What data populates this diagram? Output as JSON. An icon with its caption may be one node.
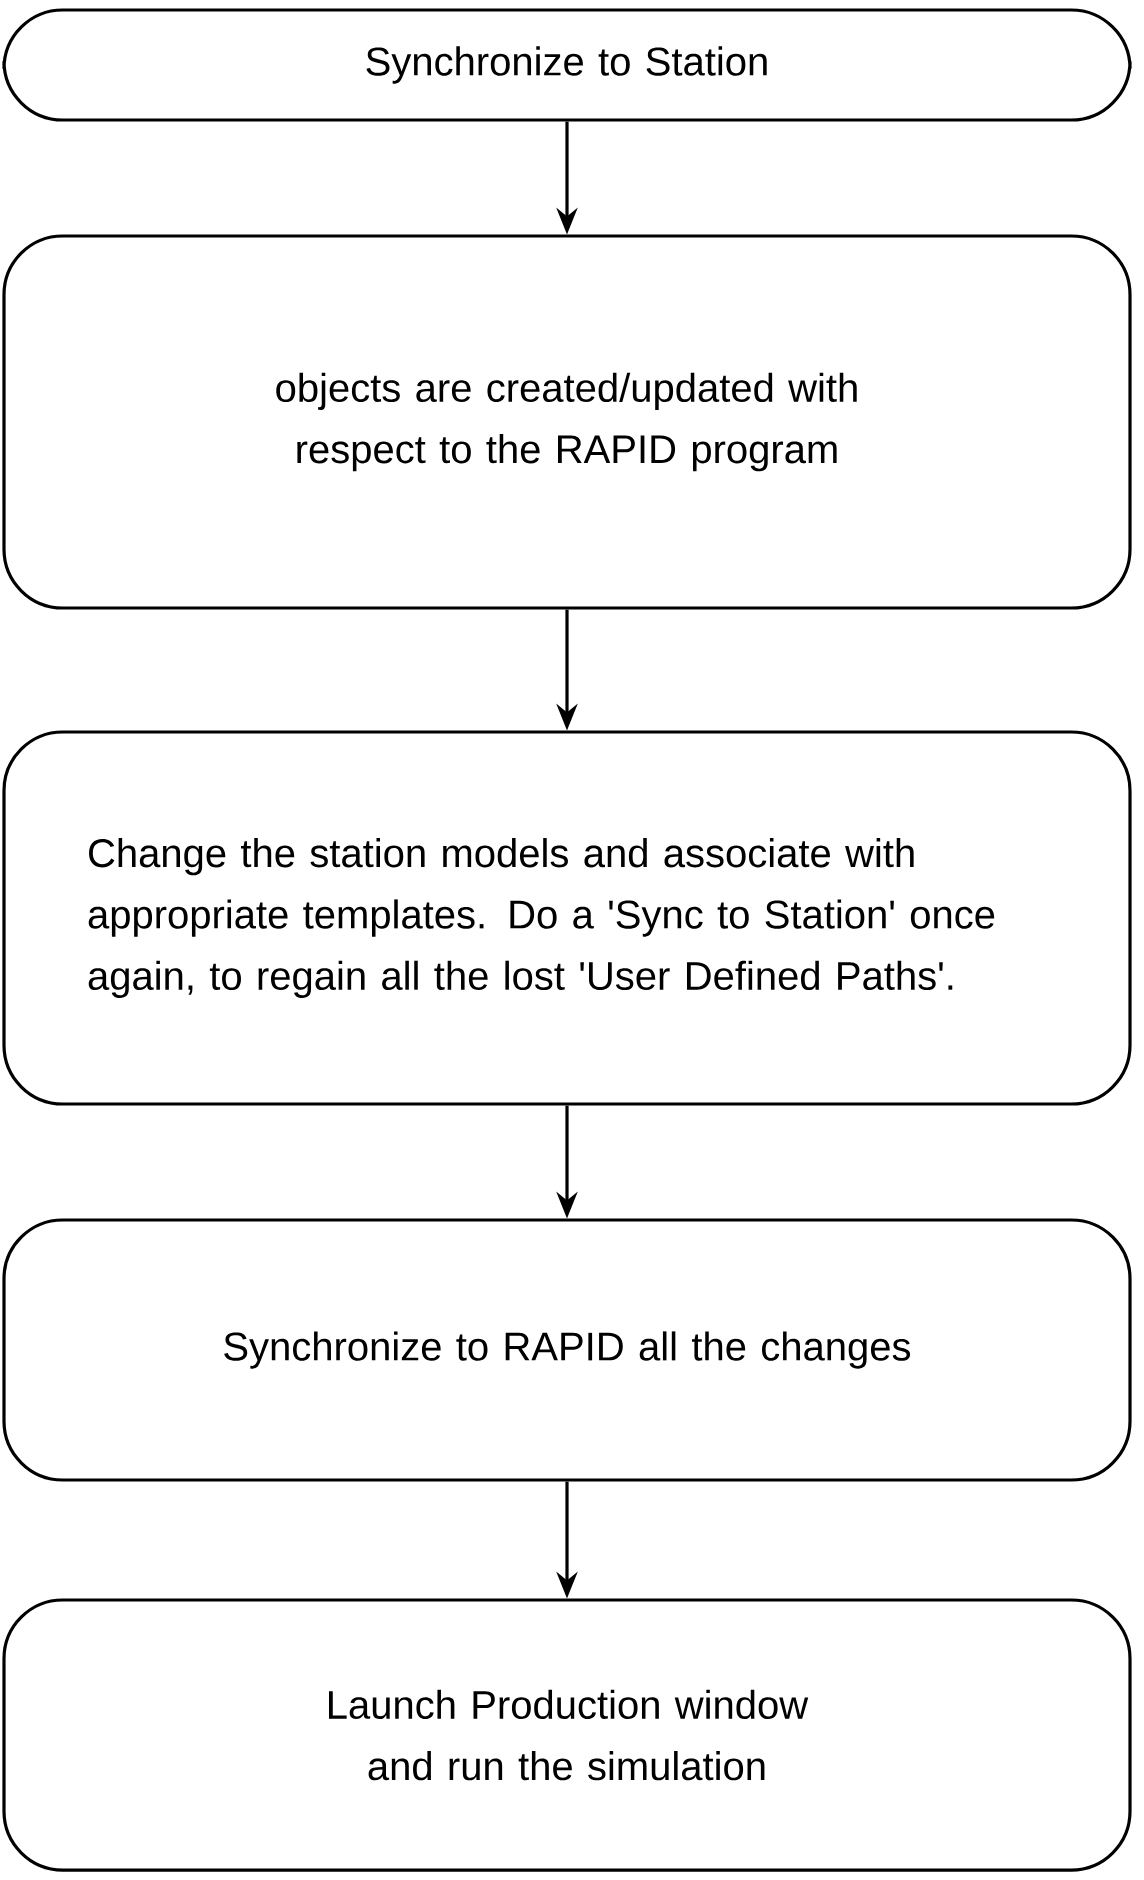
{
  "diagram": {
    "nodes": [
      {
        "text": [
          "Synchronize to Station"
        ]
      },
      {
        "text": [
          "objects are created/updated with respect to the RAPID program"
        ]
      },
      {
        "text": [
          "Change the station models and associate with appropriate templates. Do a 'Sync to Station' once again, to regain all the lost 'User Defined Paths'."
        ]
      },
      {
        "text": [
          "Synchronize to RAPID all the changes"
        ]
      },
      {
        "text": [
          "Launch Production window and run the simulation"
        ]
      }
    ],
    "edges": [
      {
        "from": 0,
        "to": 1,
        "arrow": "to"
      },
      {
        "from": 1,
        "to": 2,
        "arrow": "to"
      },
      {
        "from": 2,
        "to": 3,
        "arrow": "to"
      },
      {
        "from": 3,
        "to": 4,
        "arrow": "to"
      }
    ]
  }
}
